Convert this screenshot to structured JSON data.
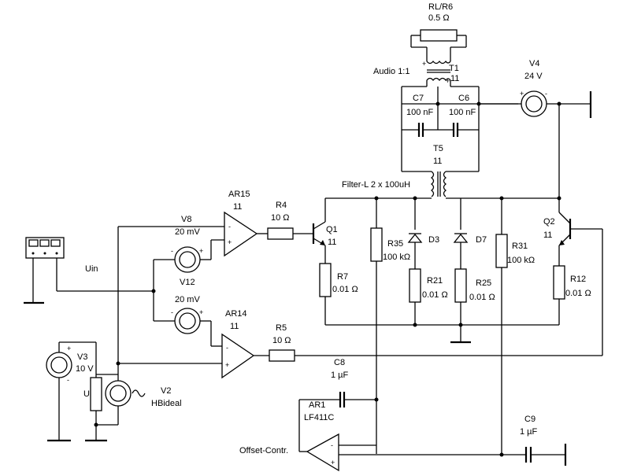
{
  "components": {
    "rl": {
      "name": "RL/R6",
      "value": "0.5 Ω"
    },
    "t1": {
      "name": "T1",
      "value": "11",
      "label": "Audio 1:1"
    },
    "c7": {
      "name": "C7",
      "value": "100 nF"
    },
    "c6": {
      "name": "C6",
      "value": "100 nF"
    },
    "t5": {
      "name": "T5",
      "value": "11"
    },
    "filter": {
      "label": "Filter-L 2 x 100uH"
    },
    "v4": {
      "name": "V4",
      "value": "24 V"
    },
    "ar15": {
      "name": "AR15",
      "value": "11"
    },
    "ar14": {
      "name": "AR14",
      "value": "11"
    },
    "ar1": {
      "name": "AR1",
      "value": "LF411C"
    },
    "r4": {
      "name": "R4",
      "value": "10 Ω"
    },
    "r5": {
      "name": "R5",
      "value": "10 Ω"
    },
    "v8": {
      "name": "V8",
      "value": "20 mV"
    },
    "v12": {
      "name": "V12",
      "value": "20 mV"
    },
    "q1": {
      "name": "Q1",
      "value": "11"
    },
    "q2": {
      "name": "Q2",
      "value": "11"
    },
    "r35": {
      "name": "R35",
      "value": "100 kΩ"
    },
    "d3": {
      "name": "D3"
    },
    "d7": {
      "name": "D7"
    },
    "r31": {
      "name": "R31",
      "value": "100 kΩ"
    },
    "r7": {
      "name": "R7",
      "value": "0.01 Ω"
    },
    "r21": {
      "name": "R21",
      "value": "0.01 Ω"
    },
    "r25": {
      "name": "R25",
      "value": "0.01 Ω"
    },
    "r12": {
      "name": "R12",
      "value": "0.01 Ω"
    },
    "uin": {
      "label": "Uin"
    },
    "v3": {
      "name": "V3",
      "value": "10 V"
    },
    "v2": {
      "name": "V2",
      "value": "HBideal"
    },
    "u": {
      "label": "U"
    },
    "c8": {
      "name": "C8",
      "value": "1 µF"
    },
    "c9": {
      "name": "C9",
      "value": "1 µF"
    },
    "offset": {
      "label": "Offset-Contr."
    }
  },
  "symbols": {
    "plus": "+",
    "minus": "-"
  }
}
